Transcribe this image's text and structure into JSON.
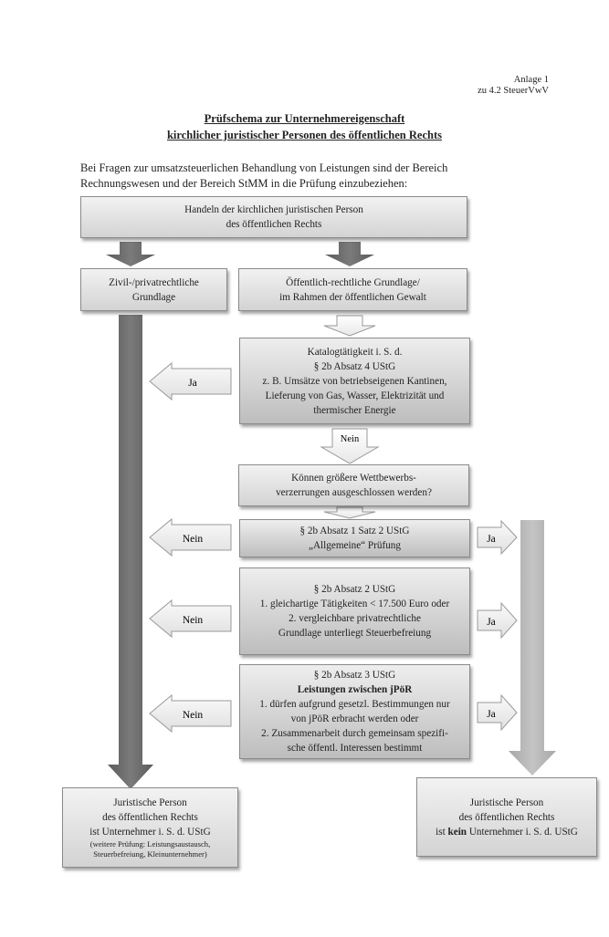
{
  "annex": {
    "line1": "Anlage 1",
    "line2": "zu 4.2 SteuerVwV"
  },
  "title": {
    "line1": "Prüfschema zur Unternehmereigenschaft",
    "line2": "kirchlicher juristischer Personen des öffentlichen Rechts"
  },
  "intro": {
    "line1": "Bei Fragen zur umsatzsteuerlichen Behandlung von Leistungen sind der Bereich",
    "line2": "Rechnungswesen und der Bereich StMM in die Prüfung einzubeziehen:"
  },
  "nodes": {
    "top": {
      "line1": "Handeln der kirchlichen juristischen Person",
      "line2": "des öffentlichen Rechts"
    },
    "private": {
      "line1": "Zivil-/privatrechtliche",
      "line2": "Grundlage"
    },
    "public": {
      "line1": "Öffentlich-rechtliche Grundlage/",
      "line2": "im Rahmen der öffentlichen Gewalt"
    },
    "katalog": {
      "line1": "Katalogtätigkeit i. S. d.",
      "line2": "§ 2b Absatz 4 UStG",
      "line3": "z. B. Umsätze von betriebseigenen Kantinen,",
      "line4": "Lieferung von Gas, Wasser, Elektrizität und",
      "line5": "thermischer Energie"
    },
    "wettbewerb": {
      "line1": "Können größere Wettbewerbs-",
      "line2": "verzerrungen ausgeschlossen werden?"
    },
    "absatz1": {
      "line1": "§ 2b Absatz 1 Satz 2 UStG",
      "line2": "„Allgemeine“ Prüfung"
    },
    "absatz2": {
      "line1": "§ 2b Absatz 2 UStG",
      "line2": "1. gleichartige Tätigkeiten < 17.500 Euro oder",
      "line3": "2. vergleichbare privatrechtliche",
      "line4": "Grundlage unterliegt Steuerbefreiung"
    },
    "absatz3": {
      "line1": "§ 2b Absatz 3 UStG",
      "line2": "Leistungen zwischen jPöR",
      "line3": "1. dürfen aufgrund gesetzl. Bestimmungen nur",
      "line4": "von jPöR erbracht werden oder",
      "line5": "2. Zusammenarbeit durch gemeinsam spezifi-",
      "line6": "sche öffentl. Interessen bestimmt"
    },
    "result_yes": {
      "line1": "Juristische Person",
      "line2": "des öffentlichen Rechts",
      "line3": "ist Unternehmer i. S. d. UStG",
      "line4": "(weitere Prüfung: Leistungsaustausch,",
      "line5": "Steuerbefreiung, Kleinunternehmer)"
    },
    "result_no": {
      "line1": "Juristische Person",
      "line2": "des öffentlichen Rechts",
      "line3_pre": "ist ",
      "line3_bold": "kein",
      "line3_post": " Unternehmer i. S. d. UStG"
    }
  },
  "arrows": {
    "ja_katalog": "Ja",
    "nein_katalog": "Nein",
    "nein_absatz1": "Nein",
    "ja_absatz1": "Ja",
    "nein_absatz2": "Nein",
    "ja_absatz2": "Ja",
    "nein_absatz3": "Nein",
    "ja_absatz3": "Ja"
  }
}
